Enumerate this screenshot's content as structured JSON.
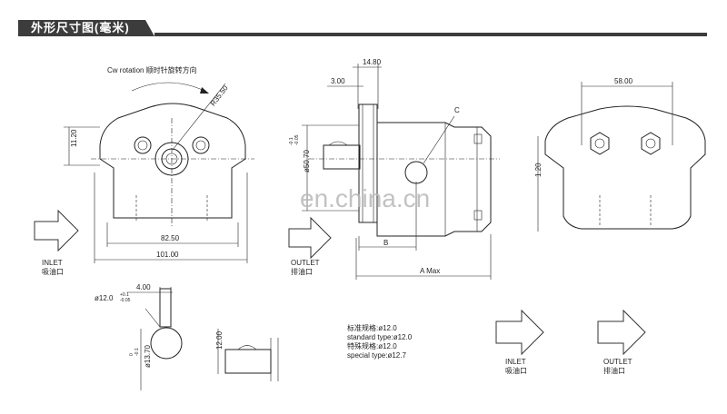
{
  "header": {
    "title": "外形尺寸图(毫米)"
  },
  "watermark": "en.china.cn",
  "view_front": {
    "rotation_note": "Cw rotation 顺时针旋转方向",
    "radius": "R35.50",
    "dim_height": "11.20",
    "dim_holes": "82.50",
    "dim_width": "101.00",
    "inlet_en": "INLET",
    "inlet_zh": "吸油口"
  },
  "view_side": {
    "dim_top": "14.80",
    "dim_flange": "3.00",
    "label_c": "C",
    "dim_shaft": "ø50.70",
    "tol_shaft_upper": "-0.1",
    "tol_shaft_lower": "-0.05",
    "label_b": "B",
    "label_a": "A Max",
    "outlet_en": "OUTLET",
    "outlet_zh": "排油口"
  },
  "view_rear": {
    "dim_width": "58.00",
    "dim_height": "1.20"
  },
  "view_shaft": {
    "dim_key": "4.00",
    "dim_dia": "ø12.0",
    "tol_dia_upper": "+0.1",
    "tol_dia_lower": "-0.05",
    "dim_height": "12.00",
    "dim_outer": "ø13.70",
    "tol_outer_upper": "0",
    "tol_outer_lower": "-0.1"
  },
  "notes": [
    "标准规格:ø12.0",
    "standard type:ø12.0",
    "特殊规格:ø12.0",
    "special type:ø12.7"
  ],
  "ports_bottom": {
    "inlet_en": "INLET",
    "inlet_zh": "吸油口",
    "outlet_en": "OUTLET",
    "outlet_zh": "排油口"
  },
  "colors": {
    "header_bar": "#3c3c3c",
    "line": "#222222"
  }
}
